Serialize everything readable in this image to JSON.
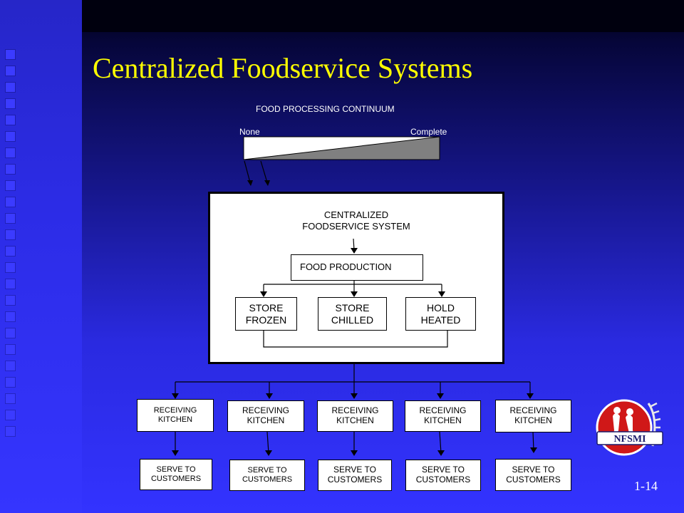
{
  "slide": {
    "title": "Centralized Foodservice Systems",
    "page_number": "1-14"
  },
  "continuum": {
    "heading": "FOOD PROCESSING CONTINUUM",
    "left_label": "None",
    "right_label": "Complete"
  },
  "central_system": {
    "title": "CENTRALIZED\nFOODSERVICE SYSTEM",
    "production": "FOOD PRODUCTION",
    "storage": [
      "STORE\nFROZEN",
      "STORE\nCHILLED",
      "HOLD\nHEATED"
    ]
  },
  "kitchens": [
    {
      "receiving": "RECEIVING\nKITCHEN",
      "serve": "SERVE TO\nCUSTOMERS"
    },
    {
      "receiving": "RECEIVING\nKITCHEN",
      "serve": "SERVE TO\nCUSTOMERS"
    },
    {
      "receiving": "RECEIVING\nKITCHEN",
      "serve": "SERVE TO\nCUSTOMERS"
    },
    {
      "receiving": "RECEIVING\nKITCHEN",
      "serve": "SERVE TO\nCUSTOMERS"
    },
    {
      "receiving": "RECEIVING\nKITCHEN",
      "serve": "SERVE TO\nCUSTOMERS"
    }
  ],
  "logo": {
    "text": "NFSMI"
  },
  "colors": {
    "title": "#ffff00",
    "background": "#2a2ae0",
    "wedge": "#808080"
  }
}
